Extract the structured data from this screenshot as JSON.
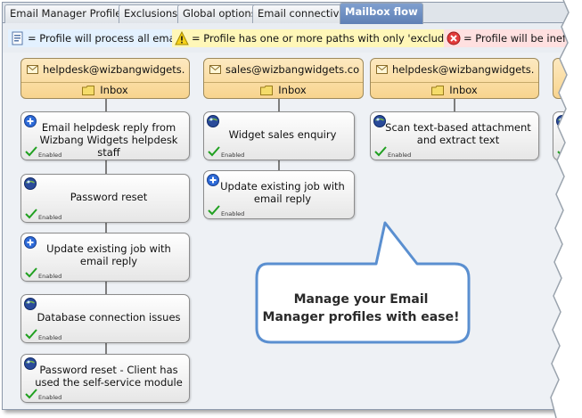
{
  "tabs": [
    {
      "label": "Email Manager Profiles",
      "active": false
    },
    {
      "label": "Exclusions",
      "active": false
    },
    {
      "label": "Global options",
      "active": false
    },
    {
      "label": "Email connectivity",
      "active": false
    },
    {
      "label": "Mailbox flow",
      "active": true
    }
  ],
  "legend": {
    "all_emails": "= Profile will process all emails",
    "excludes_only": "= Profile has one or more paths with only 'excludes' filters",
    "ineffective": "= Profile will be ineffecti"
  },
  "columns": [
    {
      "email": "helpdesk@wizbangwidgets.com",
      "folder": "Inbox",
      "profiles": [
        {
          "title": "Email helpdesk reply from Wizbang Widgets helpdesk staff",
          "status": "Enabled",
          "icon": "plus-icon"
        },
        {
          "title": "Password reset",
          "status": "Enabled",
          "icon": "globe-icon"
        },
        {
          "title": "Update existing job with email reply",
          "status": "Enabled",
          "icon": "plus-icon"
        },
        {
          "title": "Database connection issues",
          "status": "Enabled",
          "icon": "globe-icon"
        },
        {
          "title": "Password reset - Client has used the self-service module",
          "status": "Enabled",
          "icon": "globe-icon"
        }
      ]
    },
    {
      "email": "sales@wizbangwidgets.com",
      "folder": "Inbox",
      "profiles": [
        {
          "title": "Widget sales enquiry",
          "status": "Enabled",
          "icon": "globe-icon"
        },
        {
          "title": "Update existing job with email reply",
          "status": "Enabled",
          "icon": "plus-icon"
        }
      ]
    },
    {
      "email": "helpdesk@wizbangwidgets.com",
      "folder": "Inbox",
      "profiles": [
        {
          "title": "Scan text-based attachment and extract text",
          "status": "Enabled",
          "icon": "globe-icon"
        }
      ]
    }
  ],
  "callout": {
    "line1": "Manage your Email",
    "line2": "Manager profiles with ease!"
  },
  "colors": {
    "header_fill": "#f8d48e",
    "tab_active": "#5f80b5",
    "legend_blue": "#e3f1ff",
    "legend_yellow": "#fff7b8",
    "legend_red": "#ffe0e0",
    "callout_border": "#5a8fd0"
  }
}
